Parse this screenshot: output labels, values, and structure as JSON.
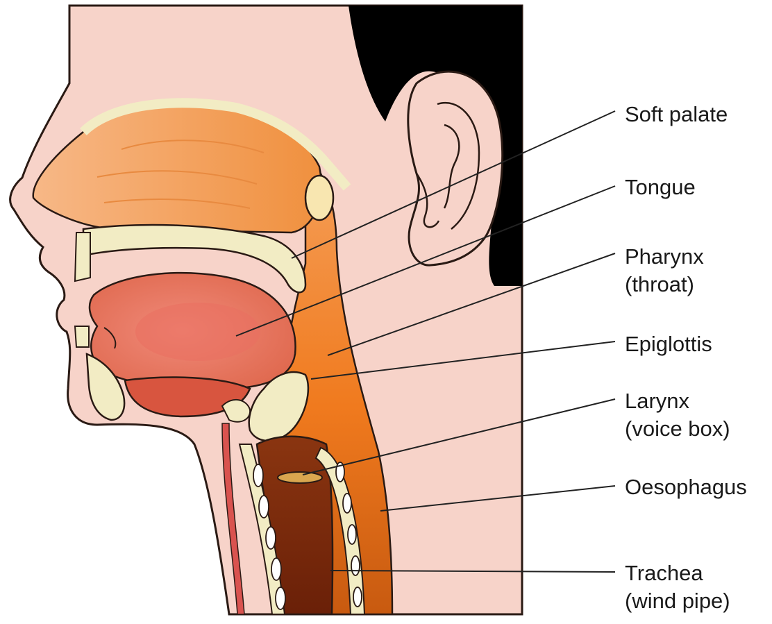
{
  "colors": {
    "skin": "#f7d3c9",
    "hair": "#000000",
    "bone": "#f2ecc4",
    "orange": "#f39642",
    "tongue": "#e87a66",
    "airway": "#7a2a0c",
    "line": "#222222"
  },
  "labels": [
    {
      "id": "soft-palate",
      "lines": [
        "Soft palate"
      ]
    },
    {
      "id": "tongue",
      "lines": [
        "Tongue"
      ]
    },
    {
      "id": "pharynx",
      "lines": [
        "Pharynx",
        "(throat)"
      ]
    },
    {
      "id": "epiglottis",
      "lines": [
        "Epiglottis"
      ]
    },
    {
      "id": "larynx",
      "lines": [
        "Larynx",
        "(voice box)"
      ]
    },
    {
      "id": "oesophagus",
      "lines": [
        "Oesophagus"
      ]
    },
    {
      "id": "trachea",
      "lines": [
        "Trachea",
        "(wind pipe)"
      ]
    }
  ]
}
